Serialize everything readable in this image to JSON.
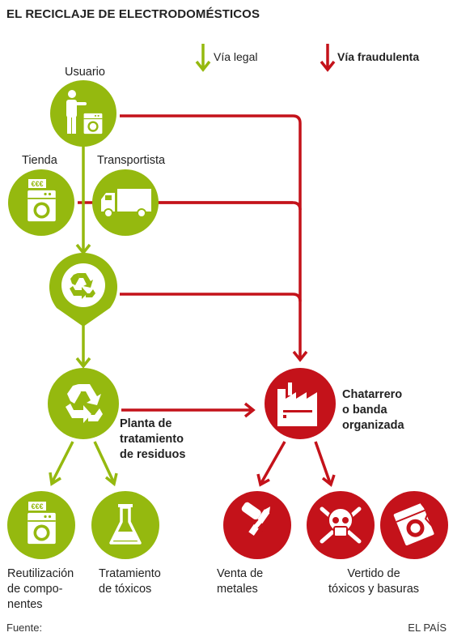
{
  "title": "EL RECICLAJE DE ELECTRODOMÉSTICOS",
  "legend": {
    "legal": "Vía legal",
    "fraudulent": "Vía fraudulenta",
    "legal_color": "#95b90f",
    "fraud_color": "#c4121a"
  },
  "nodes": {
    "usuario": "Usuario",
    "tienda": "Tienda",
    "transportista": "Transportista",
    "planta": [
      "Planta de",
      "tratamiento",
      "de residuos"
    ],
    "chatarrero": [
      "Chatarrero",
      "o banda",
      "organizada"
    ],
    "reutilizacion": [
      "Reutilización",
      "de compo-",
      "nentes"
    ],
    "tratamiento": [
      "Tratamiento",
      "de tóxicos"
    ],
    "venta": [
      "Venta de",
      "metales"
    ],
    "vertido": [
      "Vertido de",
      "tóxicos y basuras"
    ]
  },
  "icons": {
    "euro_badge": "€€€"
  },
  "footer": {
    "source": "Fuente:",
    "credit": "EL PAÍS"
  }
}
